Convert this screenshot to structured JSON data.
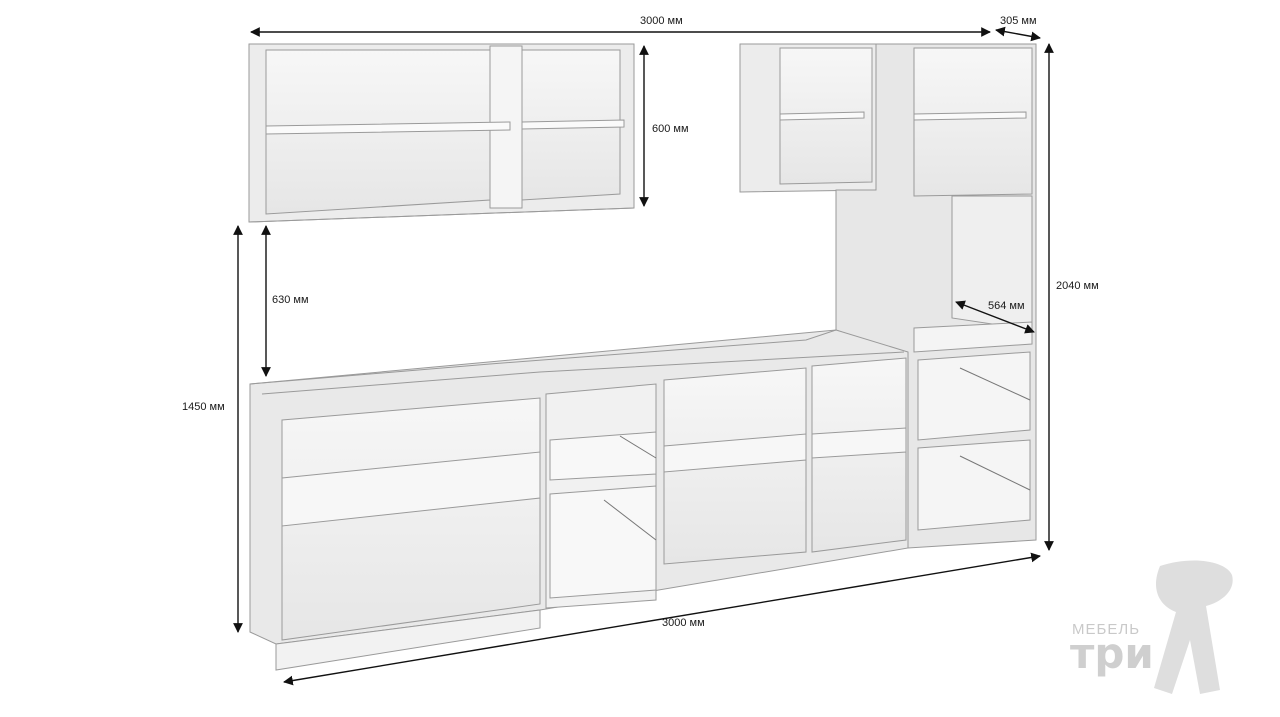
{
  "dimensions": {
    "total_width_top": "3000 мм",
    "depth_top": "305 мм",
    "wall_cabinet_height": "600 мм",
    "gap_height": "630 мм",
    "base_height": "1450 мм",
    "column_height": "2040 мм",
    "column_depth": "564 мм",
    "total_width_bottom": "3000 мм"
  },
  "logo": {
    "small_text": "МЕБЕЛЬ",
    "big_text": "три"
  },
  "colors": {
    "panel": "#f3f3f3",
    "panel_dark": "#dcdcdc",
    "edge": "#9a9a9a",
    "arrow": "#111111"
  }
}
